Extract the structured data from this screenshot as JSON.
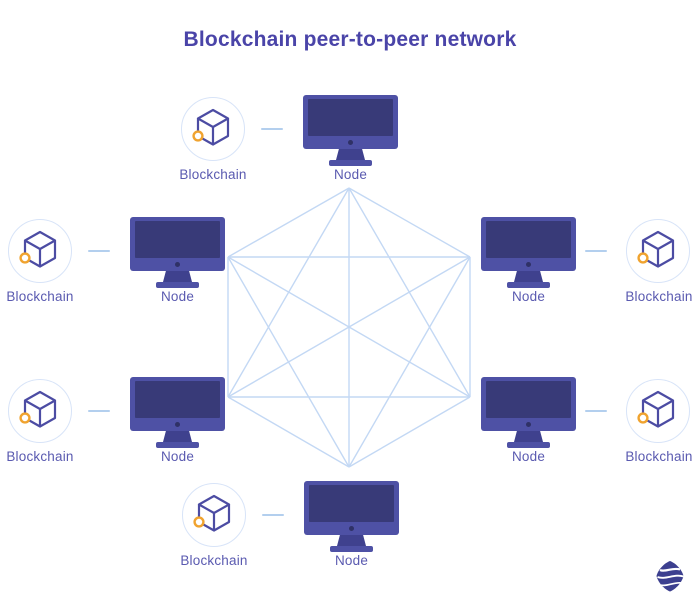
{
  "title": "Blockchain peer-to-peer network",
  "network": {
    "type": "full-mesh",
    "node_count": 6,
    "connection_count": 15,
    "node_positions": [
      "top",
      "middle-left",
      "middle-right",
      "lower-left",
      "lower-right",
      "bottom"
    ]
  },
  "groups": [
    {
      "position": "top",
      "blockchain_label": "Blockchain",
      "node_label": "Node"
    },
    {
      "position": "middle-left",
      "blockchain_label": "Blockchain",
      "node_label": "Node"
    },
    {
      "position": "middle-right",
      "blockchain_label": "Blockchain",
      "node_label": "Node"
    },
    {
      "position": "lower-left",
      "blockchain_label": "Blockchain",
      "node_label": "Node"
    },
    {
      "position": "lower-right",
      "blockchain_label": "Blockchain",
      "node_label": "Node"
    },
    {
      "position": "bottom",
      "blockchain_label": "Blockchain",
      "node_label": "Node"
    }
  ],
  "icons": {
    "blockchain": "cube-icon",
    "node": "monitor-icon",
    "brand": "globe-logo"
  },
  "colors": {
    "background": "#ffffff",
    "title": "#4a44a8",
    "label": "#5a5ab0",
    "monitor-frame": "#4e51a5",
    "monitor-screen": "#383a78",
    "monitor-neck": "#3f418e",
    "monitor-dot": "#2f3166",
    "cube-stroke": "#4c4ca3",
    "cube-accent": "#f0a32f",
    "circle-border": "#d8e4f8",
    "connector": "#b3cfee",
    "mesh": "#c3d8f4",
    "logo": "#3c3f8f"
  }
}
